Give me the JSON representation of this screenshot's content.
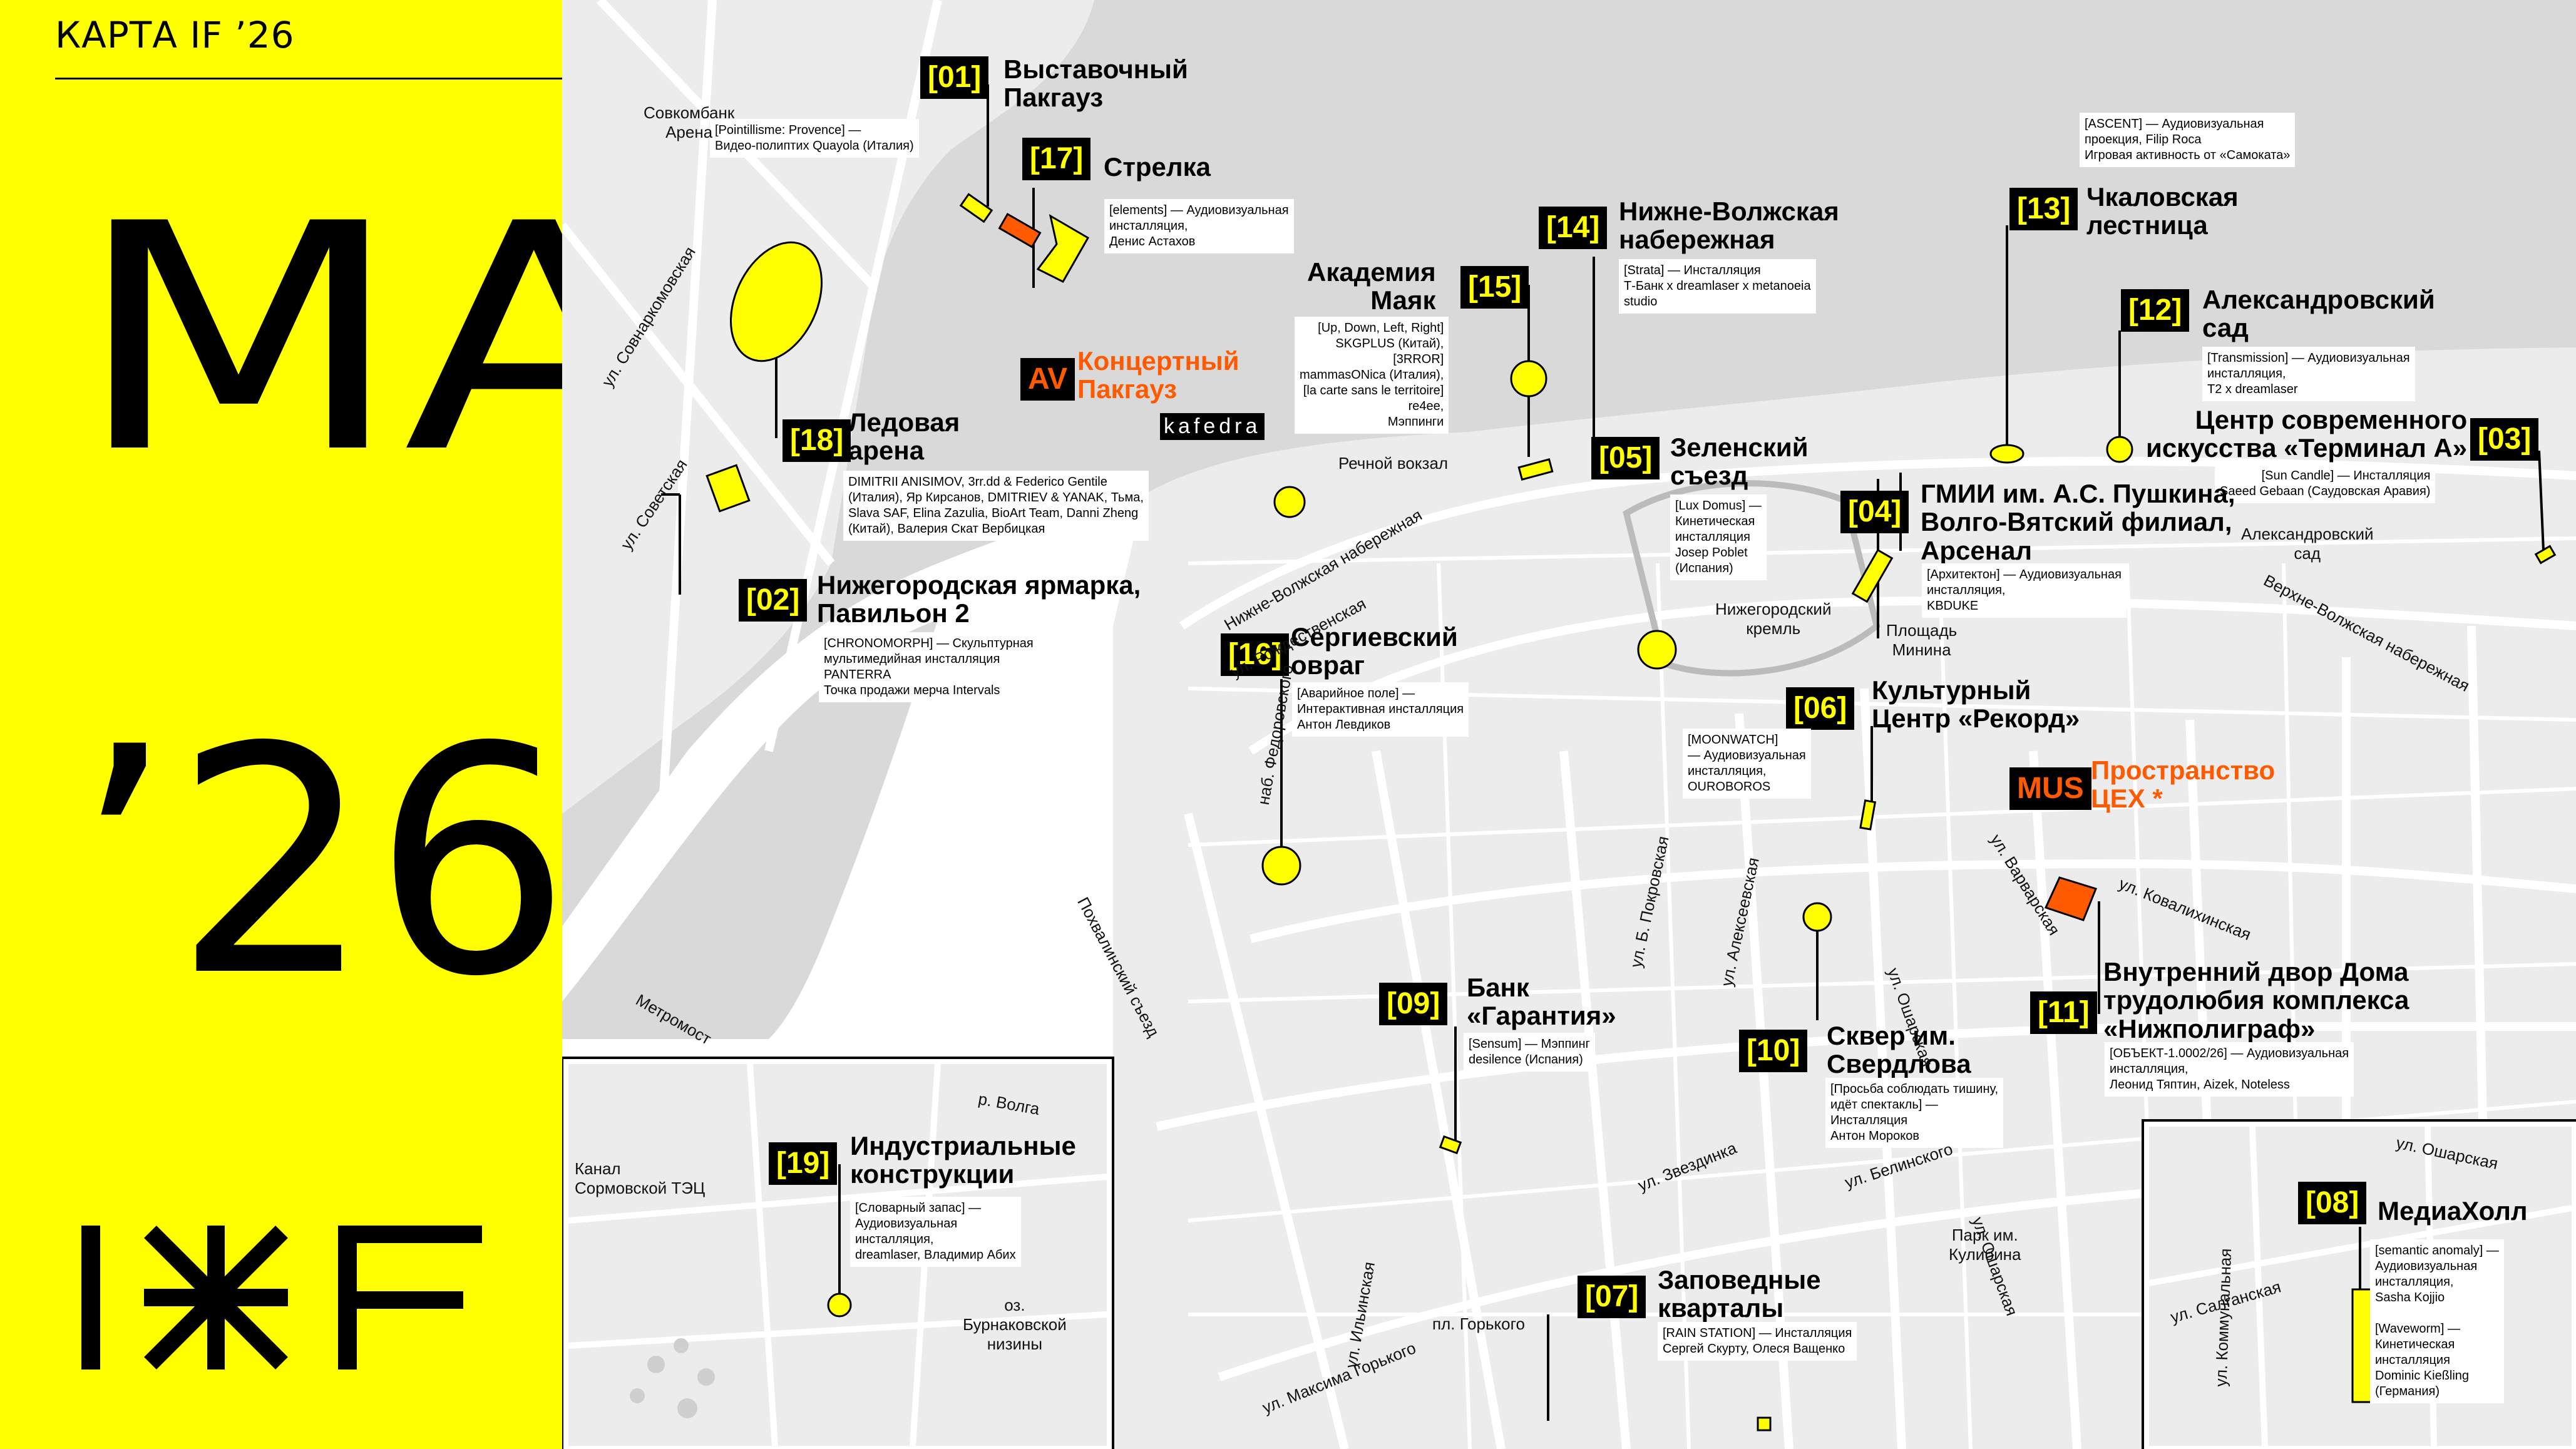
{
  "colors": {
    "accent": "#ffff00",
    "orange": "#ff5a00",
    "water": "#d9d9d9",
    "roads": "#ffffff"
  },
  "sidebar": {
    "title": "КАРТА IF ’26",
    "word_line1": "МАР",
    "word_line2": "’26",
    "logo_text": "IЖF"
  },
  "venues": [
    {
      "number": "[01]",
      "title": "Выставочный\nПакгауз",
      "description": "[Pointillisme: Provence] —\nВидео-полиптих Quayola (Италия)"
    },
    {
      "number": "[17]",
      "title": "Стрелка",
      "description": "[elements] — Аудиовизуальная\nинсталляция,\nДенис Астахов"
    },
    {
      "number": "AV",
      "title": "Концертный\nПакгауз",
      "description": ""
    },
    {
      "number": "[14]",
      "title": "Нижне-Волжская\nнабережная",
      "description": "[Strata] — Инсталляция\nТ-Банк x dreamlaser x metanoeia\nstudio"
    },
    {
      "number": "[15]",
      "title": "Академия\nМаяк",
      "description": "[Up, Down, Left, Right]\nSKGPLUS (Китай),\n[3RROR]\nmammasONica (Италия),\n[la carte sans le territoire]\nre4ee,\nМэппинги"
    },
    {
      "number": "[13]",
      "title": "Чкаловская\nлестница",
      "description": "[ASCENT] — Аудиовизуальная\nпроекция, Filip Roca\nИгровая активность от «Самоката»"
    },
    {
      "number": "[12]",
      "title": "Александровский\nсад",
      "description": "[Transmission] — Аудиовизуальная\nинсталляция,\nT2 x dreamlaser"
    },
    {
      "number": "[03]",
      "title": "Центр современного\nискусства «Терминал А»",
      "description": "[Sun Candle] — Инсталляция\nSaeed Gebaan (Саудовская Аравия)"
    },
    {
      "number": "[18]",
      "title": "Ледовая\nарена",
      "description": "DIMITRII ANISIMOV, 3rr.dd & Federico Gentile\n(Италия), Яр Кирсанов, DMITRIEV & YANAK, Тьма,\nSlava SAF, Elina Zazulia, BioArt Team, Danni Zheng\n(Китай), Валерия Скат Вербицкая"
    },
    {
      "number": "[05]",
      "title": "Зеленский\nсъезд",
      "description": "[Lux Domus] —\nКинетическая\nинсталляция\nJosep Poblet\n(Испания)"
    },
    {
      "number": "[04]",
      "title": "ГМИИ им. А.С. Пушкина,\nВолго-Вятский филиал,\nАрсенал",
      "description": "[Архитектон] — Аудиовизуальная\nинсталляция,\nKBDUKE"
    },
    {
      "number": "[02]",
      "title": "Нижегородская ярмарка,\nПавильон 2",
      "description": "[CHRONOMORPH] — Скульптурная\nмультимедийная инсталляция\nPANTERRA\nТочка продажи мерча Intervals"
    },
    {
      "number": "[16]",
      "title": "Сергиевский\nовраг",
      "description": "[Аварийное поле] —\nИнтерактивная инсталляция\nАнтон Левдиков"
    },
    {
      "number": "[06]",
      "title": "Культурный\nЦентр «Рекорд»",
      "description": "[MOONWATCH]\n— Аудиовизуальная\nинсталляция,\nOUROBOROS"
    },
    {
      "number": "MUS",
      "title": "Пространство\nЦЕХ *",
      "description": ""
    },
    {
      "number": "[09]",
      "title": "Банк\n«Гарантия»",
      "description": "[Sensum] — Мэппинг\ndesilence (Испания)"
    },
    {
      "number": "[10]",
      "title": "Сквер им.\nСвердлова",
      "description": "[Просьба соблюдать тишину,\nидёт спектакль] —\nИнсталляция\nАнтон Мороков"
    },
    {
      "number": "[11]",
      "title": "Внутренний двор Дома\nтрудолюбия комплекса\n«Нижполиграф»",
      "description": "[ОБЪЕКТ-1.0002/26] — Аудиовизуальная\nинсталляция,\nЛеонид Тяптин, Aizek, Noteless"
    },
    {
      "number": "[19]",
      "title": "Индустриальные\nконструкции",
      "description": "[Словарный запас] —\nАудиовизуальная\nинсталляция,\ndreamlaser, Владимир Абих"
    },
    {
      "number": "[07]",
      "title": "Заповедные\nкварталы",
      "description": "[RAIN STATION] — Инсталляция\nСергей Скурту, Олеся Ващенко"
    },
    {
      "number": "[08]",
      "title": "МедиаХолл",
      "description": "[semantic anomaly] —\nАудиовизуальная\nинсталляция,\nSasha Kojjio\n\n[Waveworm] —\nКинетическая\nинсталляция\nDominic Kießling\n(Германия)"
    }
  ],
  "place_labels": [
    "Совкомбанк\nАрена",
    "Речной вокзал",
    "Нижегородский\nкремль",
    "Площадь\nМинина",
    "Александровский\nсад",
    "Канал\nСормовской ТЭЦ",
    "оз.\nБурнаковской\nнизины",
    "пл. Горького",
    "Парк им.\nКулибина",
    "kafedra"
  ],
  "streets": [
    "ул. Совнаркомовская",
    "ул. Советская",
    "Нижне-Волжская набережная",
    "ул. Рождественская",
    "Верхне-Волжская набережная",
    "наб. Федоровского",
    "Похвалинский съезд",
    "Метромост",
    "р. Волга",
    "ул. Б. Покровская",
    "ул. Алексеевская",
    "ул. Варварская",
    "ул. Ковалихинская",
    "ул. Ошарская",
    "ул. Звездинка",
    "ул. Белинского",
    "ул. Ильинская",
    "ул. Максима Горького",
    "ул. Ошарская",
    "ул. Салганская",
    "ул. Коммунальная",
    "ул. Ошарская"
  ]
}
